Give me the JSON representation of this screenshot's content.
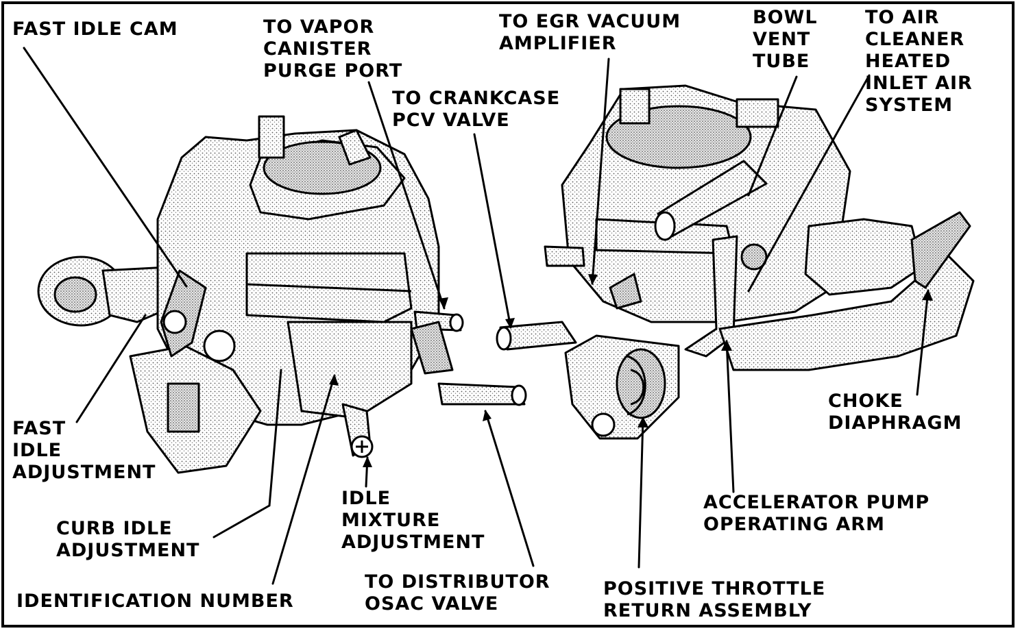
{
  "colors": {
    "ink": "#000000",
    "paper": "#ffffff",
    "stipple": "#8a8a8a"
  },
  "labels": {
    "fast_idle_cam": "FAST IDLE CAM",
    "vapor_canister": "TO VAPOR\nCANISTER\nPURGE PORT",
    "crankcase_pcv": "TO CRANKCASE\nPCV VALVE",
    "egr_vacuum": "TO EGR VACUUM\nAMPLIFIER",
    "bowl_vent": "BOWL\nVENT\nTUBE",
    "air_cleaner": "TO AIR\nCLEANER\nHEATED\nINLET AIR\nSYSTEM",
    "fast_idle_adjustment": "FAST\nIDLE\nADJUSTMENT",
    "choke_diaphragm": "CHOKE\nDIAPHRAGM",
    "idle_mixture": "IDLE\nMIXTURE\nADJUSTMENT",
    "curb_idle": "CURB IDLE\nADJUSTMENT",
    "accelerator_pump": "ACCELERATOR PUMP\nOPERATING ARM",
    "identification_number": "IDENTIFICATION NUMBER",
    "distributor_osac": "TO DISTRIBUTOR\nOSAC VALVE",
    "positive_throttle": "POSITIVE THROTTLE\nRETURN ASSEMBLY"
  }
}
